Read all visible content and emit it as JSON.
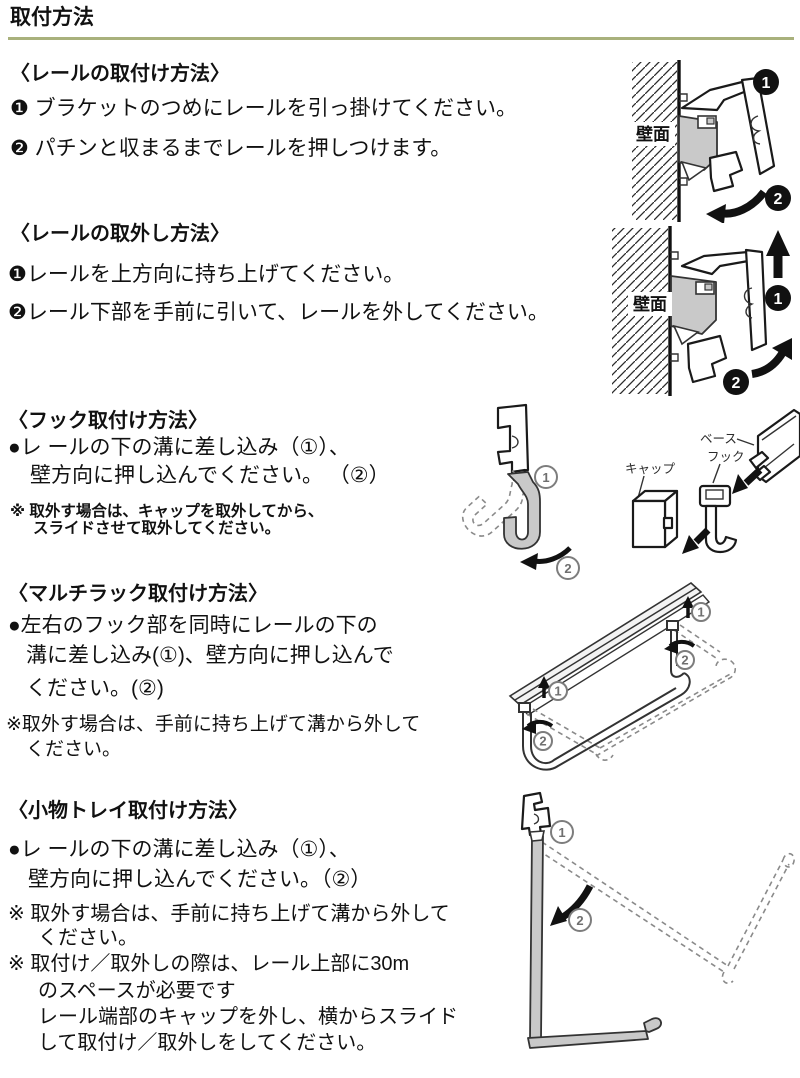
{
  "page": {
    "title": "取付方法",
    "rule_color": "#a9b17c"
  },
  "sections": {
    "rail_install": {
      "heading": "〈レールの取付け方法〉",
      "steps": [
        "❶ ブラケットのつめにレールを引っ掛けてください。",
        "❷ パチンと収まるまでレールを押しつけます。"
      ],
      "figure": {
        "wall_label": "壁面",
        "marker_digits": [
          "1",
          "2"
        ]
      }
    },
    "rail_remove": {
      "heading": "〈レールの取外し方法〉",
      "steps": [
        "❶レールを上方向に持ち上げてください。",
        "❷レール下部を手前に引いて、レールを外してください。"
      ],
      "figure": {
        "wall_label": "壁面",
        "marker_digits": [
          "1",
          "2"
        ]
      }
    },
    "hook_install": {
      "heading": "〈フック取付け方法〉",
      "bullet_lines": [
        "●レ ールの下の溝に差し込み（①）、",
        "壁方向に押し込んでください。 （②）"
      ],
      "note_lines": [
        "※ 取外す場合は、キャップを取外してから、",
        "スライドさせて取外してください。"
      ],
      "figure": {
        "cap_label": "キャップ",
        "hook_label": "フック",
        "base_label": "ベース",
        "marker_digits": [
          "1",
          "2"
        ]
      }
    },
    "multirack_install": {
      "heading": "〈マルチラック取付け方法〉",
      "bullet_lines": [
        "●左右のフック部を同時にレールの下の",
        "溝に差し込み(①)、壁方向に押し込んで",
        "ください。(②)"
      ],
      "note_lines": [
        "※取外す場合は、手前に持ち上げて溝から外して",
        "ください。"
      ],
      "figure": {
        "marker_digits": [
          "1",
          "2"
        ]
      }
    },
    "tray_install": {
      "heading": "〈小物トレイ取付け方法〉",
      "bullet_lines": [
        "●レ ールの下の溝に差し込み（①）、",
        "壁方向に押し込んでください。（②）"
      ],
      "note_lines": [
        "※ 取外す場合は、手前に持ち上げて溝から外して",
        "ください。",
        "※ 取付け／取外しの際は、レール上部に30m",
        "のスペースが必要です",
        "レール端部のキャップを外し、横からスライド",
        "して取付け／取外しをしてください。"
      ],
      "figure": {
        "marker_digits": [
          "1",
          "2"
        ]
      }
    }
  }
}
